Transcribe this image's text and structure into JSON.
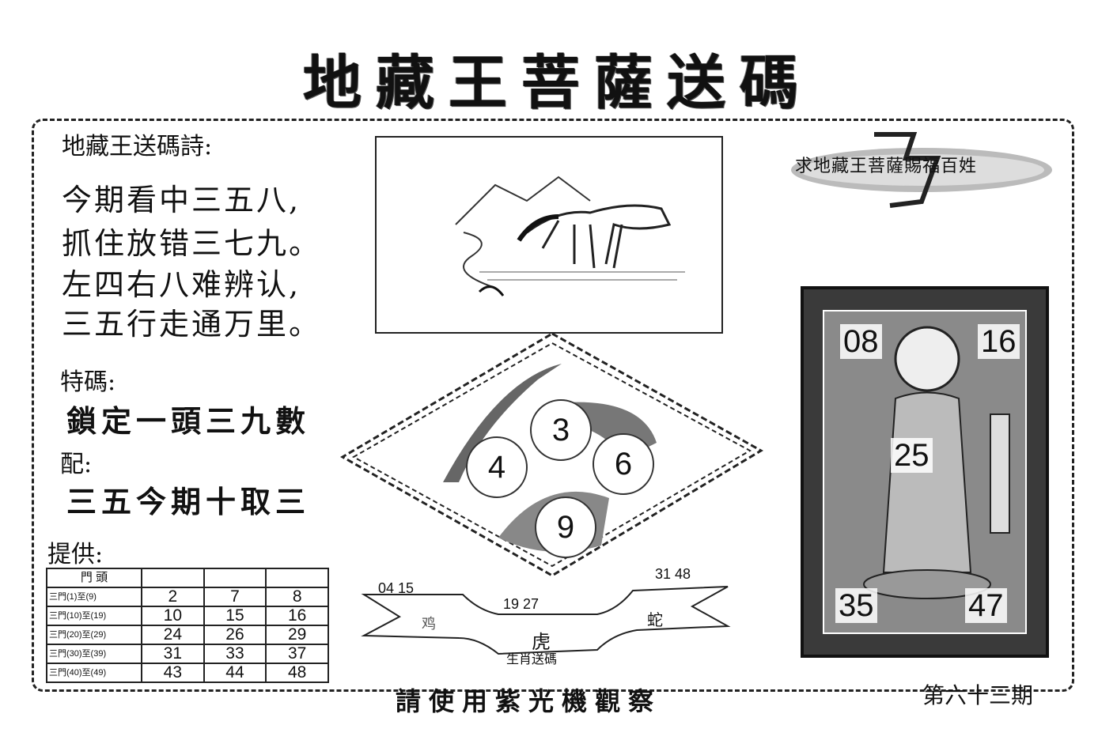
{
  "title": "地藏王菩薩送碼",
  "poem": {
    "heading": "地藏王送碼詩:",
    "lines": [
      "今期看中三五八,",
      "抓住放错三七九。",
      "左四右八难辨认,",
      "三五行走通万里。"
    ]
  },
  "special": {
    "label": "特碼:",
    "text": "鎖定一頭三九數"
  },
  "pair": {
    "label": "配:",
    "text": "三五今期十取三"
  },
  "provide_label": "提供:",
  "table": {
    "headers": [
      "門 頭",
      "",
      "",
      "",
      ""
    ],
    "rows": [
      {
        "label": "三門(1)至(9)",
        "values": [
          "2",
          "7",
          "8"
        ]
      },
      {
        "label": "三門(10)至(19)",
        "values": [
          "10",
          "15",
          "16"
        ]
      },
      {
        "label": "三門(20)至(29)",
        "values": [
          "24",
          "26",
          "29"
        ]
      },
      {
        "label": "三門(30)至(39)",
        "values": [
          "31",
          "33",
          "37"
        ]
      },
      {
        "label": "三門(40)至(49)",
        "values": [
          "43",
          "44",
          "48"
        ]
      }
    ]
  },
  "circles": [
    "3",
    "4",
    "6",
    "9"
  ],
  "banner": {
    "left_nums": "04 15",
    "center_nums": "19 27",
    "right_nums": "31 48",
    "left_animal": "鸡",
    "right_animal": "蛇",
    "center_animal": "虎",
    "caption": "生肖送碼"
  },
  "logo_text": "求地藏王菩薩賜福百姓",
  "shrine": {
    "tl": "08",
    "tr": "16",
    "center": "25",
    "bl": "35",
    "br": "47"
  },
  "footer": "請使用紫光機觀察",
  "issue": "第六十三期"
}
